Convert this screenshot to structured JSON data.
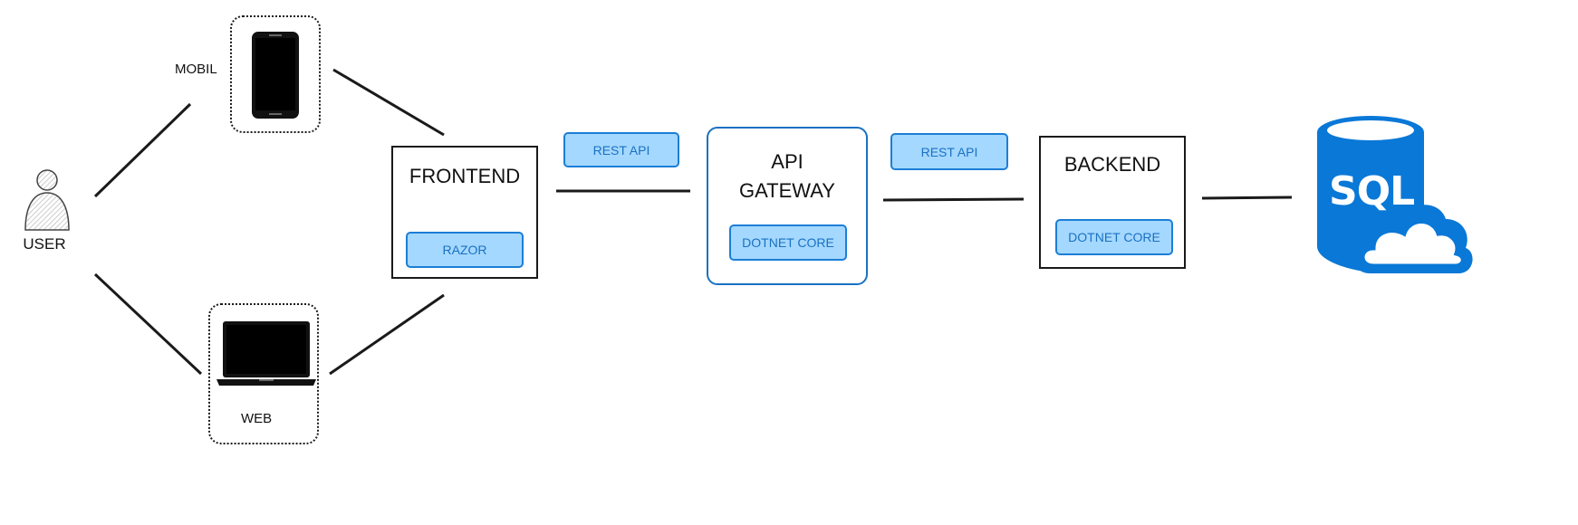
{
  "nodes": {
    "user": {
      "label": "USER"
    },
    "mobile": {
      "label": "MOBIL"
    },
    "web": {
      "label": "WEB"
    },
    "frontend": {
      "title": "FRONTEND",
      "tech": "RAZOR"
    },
    "gateway": {
      "title_line1": "API",
      "title_line2": "GATEWAY",
      "tech": "DOTNET CORE"
    },
    "backend": {
      "title": "BACKEND",
      "tech": "DOTNET CORE"
    },
    "database": {
      "label": "SQL"
    }
  },
  "connections": {
    "frontend_to_gateway": "REST API",
    "gateway_to_backend": "REST API"
  },
  "colors": {
    "chip_fill": "#a5d8ff",
    "chip_border": "#1c7ed6",
    "chip_text": "#1971c2",
    "sql_blue": "#0a78d7"
  }
}
